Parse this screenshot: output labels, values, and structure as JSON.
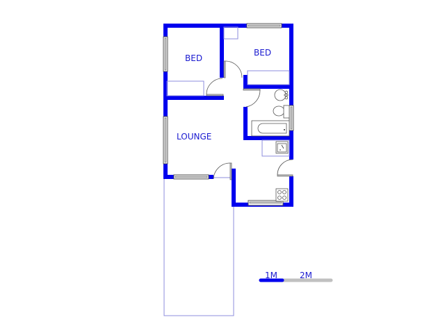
{
  "floor_plan": {
    "rooms": [
      {
        "id": "bed-1",
        "label": "BED"
      },
      {
        "id": "bed-2",
        "label": "BED"
      },
      {
        "id": "lounge",
        "label": "LOUNGE"
      }
    ],
    "fixtures": [
      "toilet",
      "basin",
      "bathtub",
      "kitchen-sink",
      "stove"
    ]
  },
  "scale_bar": {
    "label_1": "1M",
    "label_2": "2M"
  },
  "colors": {
    "wall": "#0000ee",
    "label": "#1a1ad0",
    "thin_line": "#8c8cdc",
    "scale_grey": "#c0c0c0"
  }
}
